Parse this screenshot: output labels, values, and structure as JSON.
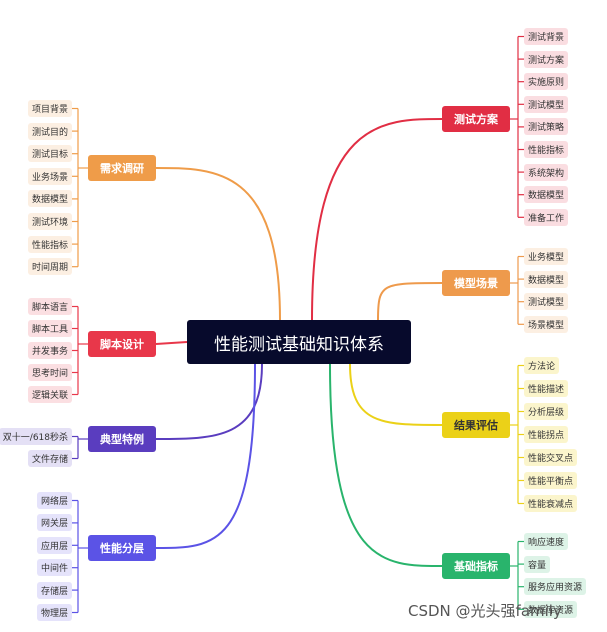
{
  "root": {
    "label": "性能测试基础知识体系"
  },
  "watermark": "CSDN @光头强family",
  "colors": {
    "req": "#ef9c49",
    "script": "#e8374a",
    "typical": "#5a3dbf",
    "layer": "#5b53e6",
    "plan": "#e12e44",
    "model": "#ee9a4c",
    "result": "#ebd118",
    "metric": "#29b46c"
  },
  "branches": [
    {
      "key": "req",
      "label": "需求调研",
      "side": "left",
      "children": [
        "项目背景",
        "测试目的",
        "测试目标",
        "业务场景",
        "数据模型",
        "测试环境",
        "性能指标",
        "时间周期"
      ]
    },
    {
      "key": "script",
      "label": "脚本设计",
      "side": "left",
      "children": [
        "脚本语言",
        "脚本工具",
        "并发事务",
        "思考时间",
        "逻辑关联"
      ]
    },
    {
      "key": "typical",
      "label": "典型特例",
      "side": "left",
      "children": [
        "双十一/618秒杀",
        "文件存储"
      ]
    },
    {
      "key": "layer",
      "label": "性能分层",
      "side": "left",
      "children": [
        "网络层",
        "网关层",
        "应用层",
        "中间件",
        "存储层",
        "物理层"
      ]
    },
    {
      "key": "plan",
      "label": "测试方案",
      "side": "right",
      "children": [
        "测试背景",
        "测试方案",
        "实施原则",
        "测试模型",
        "测试策略",
        "性能指标",
        "系统架构",
        "数据模型",
        "准备工作"
      ]
    },
    {
      "key": "model",
      "label": "模型场景",
      "side": "right",
      "children": [
        "业务模型",
        "数据模型",
        "测试模型",
        "场景模型"
      ]
    },
    {
      "key": "result",
      "label": "结果评估",
      "side": "right",
      "children": [
        "方法论",
        "性能描述",
        "分析层级",
        "性能拐点",
        "性能交叉点",
        "性能平衡点",
        "性能衰减点"
      ]
    },
    {
      "key": "metric",
      "label": "基础指标",
      "side": "right",
      "children": [
        "响应速度",
        "容量",
        "服务应用资源",
        "数据库资源"
      ]
    }
  ]
}
